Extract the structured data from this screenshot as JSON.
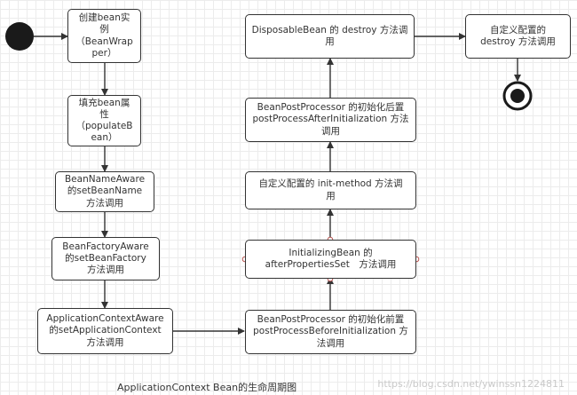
{
  "nodes": {
    "create_instance": "创建bean实\n例\n（BeanWrap\nper）",
    "populate_bean": "填充bean属\n性\n（populateB\nean）",
    "bean_name_aware": "BeanNameAware\n的setBeanName\n方法调用",
    "bean_factory_aware": "BeanFactoryAware\n的setBeanFactory\n方法调用",
    "app_context_aware": "ApplicationContextAware\n的setApplicationContext\n方法调用",
    "before_init": "BeanPostProcessor 的初始化前置\npostProcessBeforeInitialization 方\n法调用",
    "after_properties_set": "InitializingBean 的\nafterPropertiesSet　方法调用",
    "init_method": "自定义配置的 init-method 方法调\n用",
    "after_init": "BeanPostProcessor 的初始化后置\npostProcessAfterInitialization 方法\n调用",
    "disposable_destroy": "DisposableBean 的 destroy 方法调用",
    "custom_destroy": "自定义配置的\ndestroy 方法调用"
  },
  "caption": "ApplicationContext Bean的生命周期图",
  "watermark": "https://blog.csdn.net/ywinssn1224811",
  "colors": {
    "stroke": "#333333",
    "start_fill": "#1a1a1a",
    "grid": "#ececec",
    "port": "#b85450"
  },
  "icons": {
    "start": "filled-circle-icon",
    "end": "bullseye-icon"
  }
}
